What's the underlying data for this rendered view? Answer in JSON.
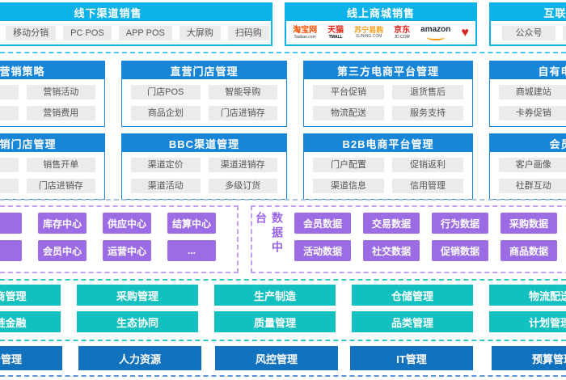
{
  "colors": {
    "cyan": "#0db3e8",
    "blue": "#1786d9",
    "purple": "#9b6ce4",
    "teal": "#12c0bf",
    "dark_blue": "#1372bd",
    "chip_bg": "#ebebeb"
  },
  "top": {
    "offline": {
      "title": "线下渠道销售",
      "items": [
        "移动分销",
        "PC POS",
        "APP POS",
        "大屏购",
        "扫码购"
      ]
    },
    "online": {
      "title": "线上商城销售",
      "logos": [
        {
          "name": "taobao-logo",
          "text": "淘宝网",
          "sub": "Taobao.com"
        },
        {
          "name": "tmall-logo",
          "text": "天猫",
          "sub": "TMALL"
        },
        {
          "name": "suning-logo",
          "text": "苏宁易购",
          "sub": "SUNING.COM"
        },
        {
          "name": "jd-logo",
          "text": "京东",
          "sub": "JD.COM"
        },
        {
          "name": "amazon-logo",
          "text": "amazon",
          "sub": ""
        },
        {
          "name": "heart-logo",
          "text": "♥",
          "sub": ""
        }
      ]
    },
    "internet": {
      "title": "互联网销售",
      "items": [
        "公众号"
      ]
    }
  },
  "mid": {
    "row_a": [
      {
        "title": "营销策略",
        "items": [
          "营销活动",
          "营销费用"
        ]
      },
      {
        "title": "直营门店管理",
        "items": [
          "门店POS",
          "智能导购",
          "商品企划",
          "门店进销存"
        ]
      },
      {
        "title": "第三方电商平台管理",
        "items": [
          "平台促销",
          "退货售后",
          "物流配送",
          "服务支持"
        ]
      },
      {
        "title": "自有电商管理",
        "items": [
          "商城建站",
          "卡券促销"
        ]
      }
    ],
    "row_b": [
      {
        "title": "分销门店管理",
        "items": [
          "销售开单",
          "门店进销存"
        ]
      },
      {
        "title": "BBC渠道管理",
        "items": [
          "渠道定价",
          "渠道进销存",
          "渠道活动",
          "多级订货"
        ]
      },
      {
        "title": "B2B电商平台管理",
        "items": [
          "门户配置",
          "促销返利",
          "渠道信息",
          "信用管理"
        ]
      },
      {
        "title": "会员管理",
        "items": [
          "客户画像",
          "社群互动"
        ]
      }
    ]
  },
  "business_platform": {
    "row1": [
      "库存中心",
      "供应中心",
      "结算中心"
    ],
    "row2": [
      "会员中心",
      "运营中心",
      "..."
    ]
  },
  "data_platform": {
    "label": "数据中台",
    "row1": [
      "会员数据",
      "交易数据",
      "行为数据",
      "采购数据"
    ],
    "row2": [
      "活动数据",
      "社交数据",
      "促销数据",
      "商品数据"
    ]
  },
  "supply": {
    "row1": [
      "供应商管理",
      "采购管理",
      "生产制造",
      "仓储管理",
      "物流配送"
    ],
    "row2": [
      "供应链金融",
      "生态协同",
      "质量管理",
      "品类管理",
      "计划管理"
    ]
  },
  "bottom": [
    "财务管理",
    "人力资源",
    "风控管理",
    "IT管理",
    "预算管理"
  ]
}
